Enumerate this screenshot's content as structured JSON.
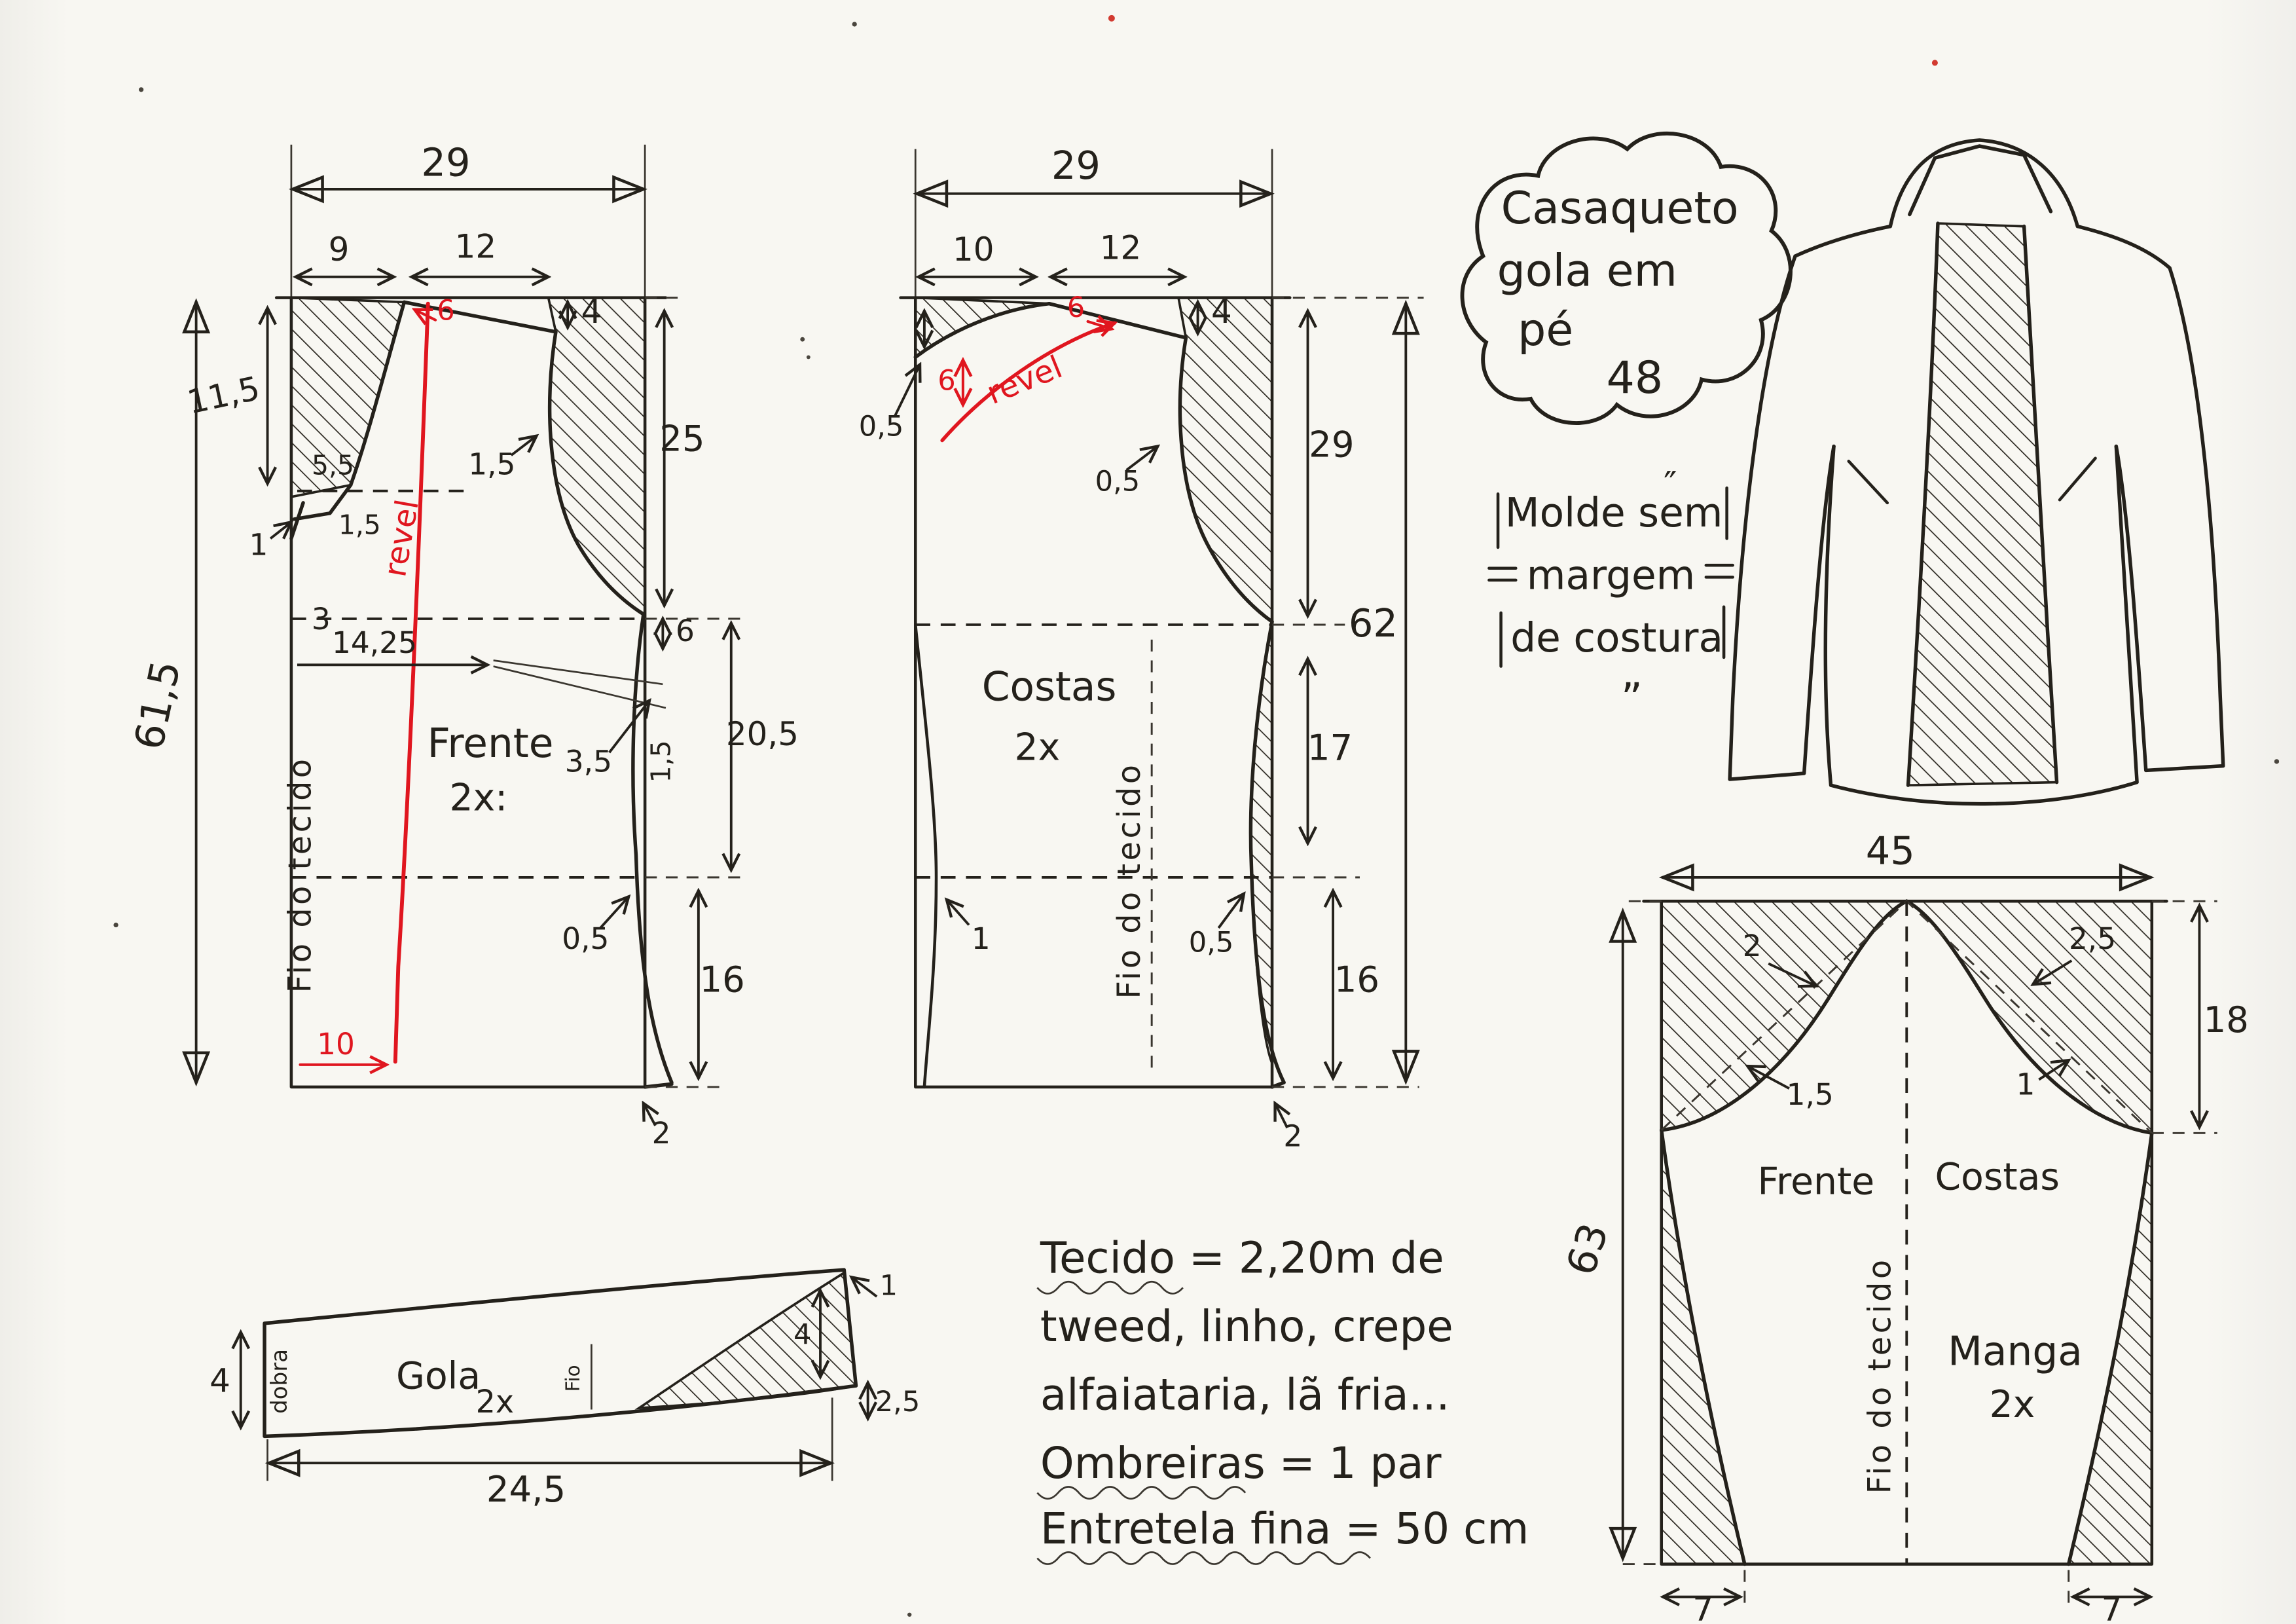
{
  "bubble": {
    "l1": "Casaqueto",
    "l2": "gola em",
    "l3": "pé",
    "l4": "48"
  },
  "note_box": {
    "l1": "Molde sem",
    "l2": "margem",
    "l3": "de costura",
    "q1": "″",
    "q2": "„"
  },
  "front": {
    "name": "Frente",
    "qty": "2x:",
    "grain": "Fio do tecido",
    "revel": "revel",
    "w_total": "29",
    "w_neck": "9",
    "w_shoulder": "12",
    "shoulder_drop": "4",
    "neck_depth": "11,5",
    "lapel_a": "5,5",
    "lapel_b": "1,5",
    "lapel_c": "1",
    "lapel_d": "3",
    "waist_x": "14,25",
    "armhole_in": "1,5",
    "h_armhole": "25",
    "side_gap": "6",
    "dart_a": "3,5",
    "dart_b": "1,5",
    "h_waist_hip": "20,5",
    "h_total": "61,5",
    "hip_in": "0,5",
    "h_hem": "16",
    "hem_red": "10",
    "hem_drop": "2",
    "revel_w": "6"
  },
  "back": {
    "name": "Costas",
    "qty": "2x",
    "grain": "Fio do tecido",
    "revel": "revel",
    "w_total": "29",
    "w_neck": "10",
    "w_shoulder": "12",
    "shoulder_drop": "4",
    "neck_a": "0,5",
    "revel_a": "6",
    "revel_b": "6",
    "armhole_in": "0,5",
    "h_armhole": "29",
    "h_total": "62",
    "h_mid": "17",
    "h_hem": "16",
    "seam_a": "1",
    "seam_b": "0,5",
    "hem_drop": "2"
  },
  "sleeve": {
    "front_label": "Frente",
    "back_label": "Costas",
    "name": "Manga",
    "qty": "2x",
    "grain": "Fio do tecido",
    "w_total": "45",
    "cap_a": "2",
    "cap_b": "2,5",
    "h_cap": "18",
    "cap_c": "1,5",
    "cap_d": "1",
    "h_total": "63",
    "hem_a": "7",
    "hem_b": "7"
  },
  "collar": {
    "name": "Gola",
    "qty": "2x",
    "fold": "dobra",
    "grain": "Fio",
    "h_left": "4",
    "w_total": "24,5",
    "end_h": "2,5",
    "rise": "4",
    "tip": "1"
  },
  "notes": {
    "l1": "Tecido = 2,20m  de",
    "l2": "tweed, linho, crepe",
    "l3": "alfaiataria, lã fria...",
    "l4": "Ombreiras = 1 par",
    "l5": "Entretela fina = 50 cm"
  }
}
